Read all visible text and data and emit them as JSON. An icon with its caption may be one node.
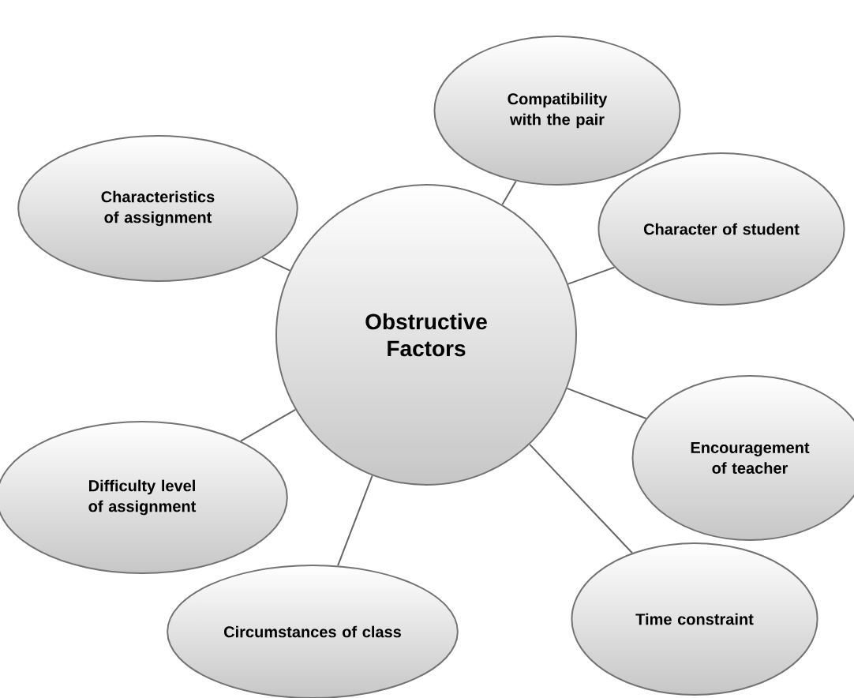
{
  "diagram": {
    "nodes": [
      {
        "text": [
          "Obstructive Factors"
        ]
      },
      {
        "text": [
          "Compatibility with the pair"
        ]
      },
      {
        "text": [
          "Character of student"
        ]
      },
      {
        "text": [
          "Encouragement of teacher"
        ]
      },
      {
        "text": [
          "Time constraint"
        ]
      },
      {
        "text": [
          "Circumstances of class"
        ]
      },
      {
        "text": [
          "Difficulty level of assignment"
        ]
      },
      {
        "text": [
          "Characteristics of assignment"
        ]
      }
    ],
    "edges": [
      {
        "from": 0,
        "to": 1,
        "arrow": "none"
      },
      {
        "from": 0,
        "to": 2,
        "arrow": "none"
      },
      {
        "from": 0,
        "to": 3,
        "arrow": "none"
      },
      {
        "from": 0,
        "to": 4,
        "arrow": "none"
      },
      {
        "from": 0,
        "to": 5,
        "arrow": "none"
      },
      {
        "from": 0,
        "to": 6,
        "arrow": "none"
      },
      {
        "from": 0,
        "to": 7,
        "arrow": "none"
      }
    ]
  }
}
